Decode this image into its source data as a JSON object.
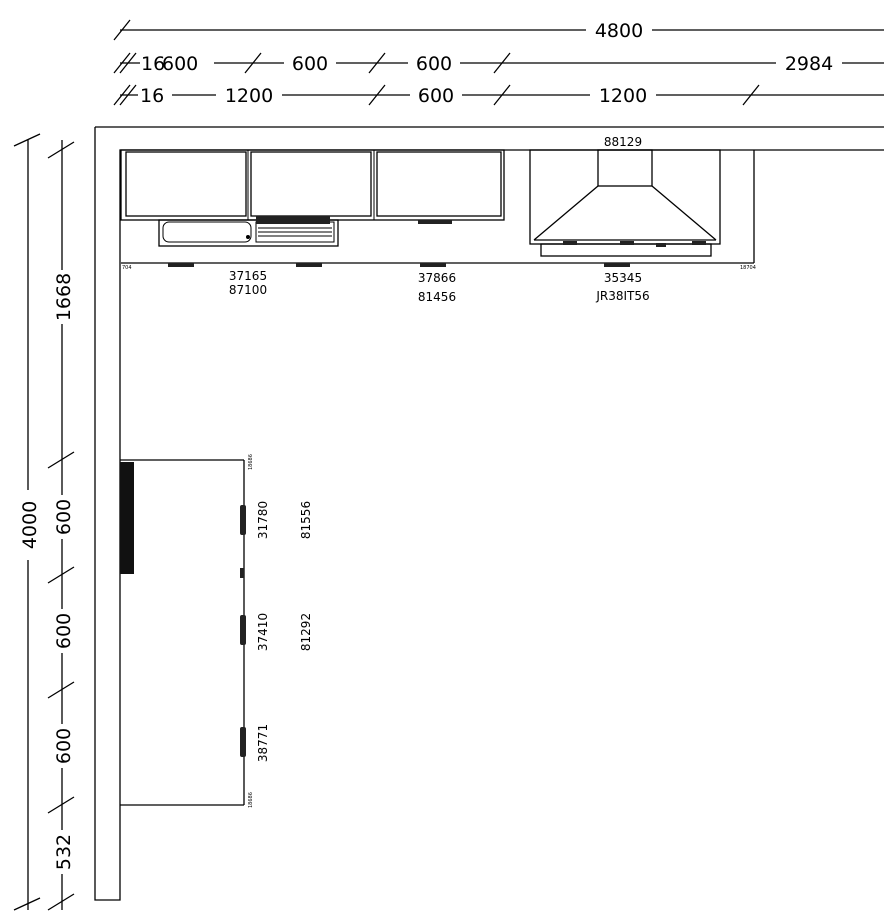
{
  "dimensions": {
    "top_total": "4800",
    "top_row1": [
      "16",
      "600",
      "600",
      "600",
      "2984"
    ],
    "top_row2": [
      "16",
      "1200",
      "600",
      "1200"
    ],
    "left_total": "4000",
    "left_segments": [
      "1668",
      "600",
      "600",
      "600",
      "532"
    ]
  },
  "back_wall_labels": {
    "unit1_code": "37165",
    "unit1_sub": "87100",
    "unit2_code": "37866",
    "unit2_sub": "81456",
    "unit3_code": "35345",
    "unit3_sub": "JR38IT56",
    "hood_code": "88129",
    "filler_left": "704",
    "filler_right": "18704"
  },
  "side_wall_labels": {
    "unit1_code": "31780",
    "unit1_sub": "81556",
    "unit2_code": "37410",
    "unit2_sub": "81292",
    "unit3_code": "38771",
    "filler_top": "18686",
    "filler_bottom": "18686"
  }
}
